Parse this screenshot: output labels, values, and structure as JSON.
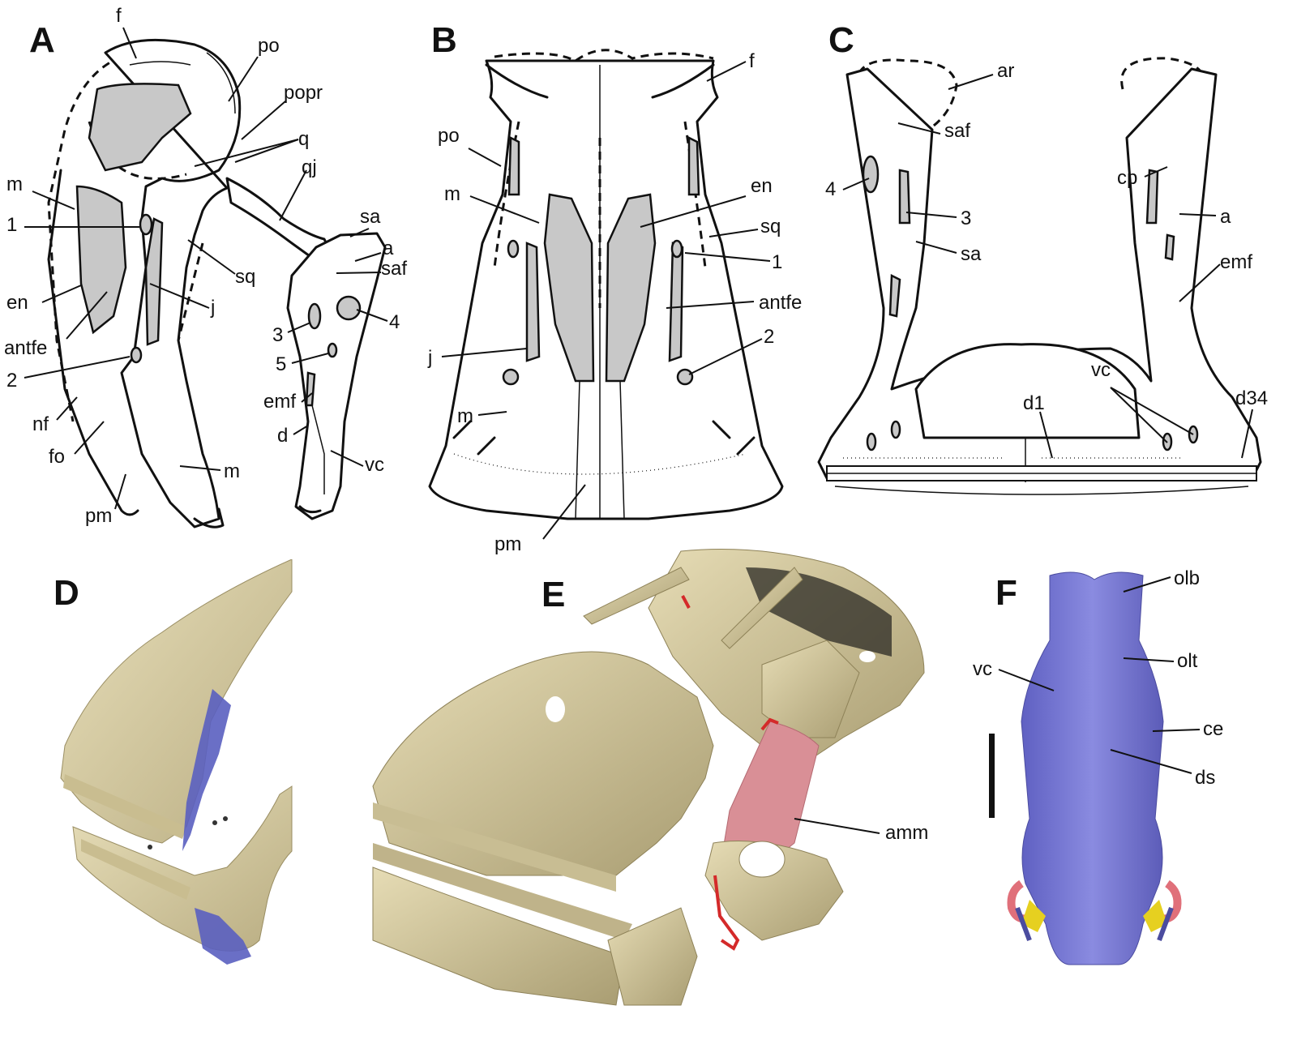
{
  "panels": {
    "A": {
      "letter": "A",
      "labels": [
        "f",
        "po",
        "popr",
        "q",
        "qj",
        "m",
        "1",
        "sq",
        "j",
        "en",
        "antfe",
        "2",
        "nf",
        "fo",
        "pm",
        "m",
        "sa",
        "a",
        "saf",
        "3",
        "4",
        "5",
        "emf",
        "d",
        "vc"
      ]
    },
    "B": {
      "letter": "B",
      "labels": [
        "f",
        "po",
        "m",
        "en",
        "sq",
        "1",
        "antfe",
        "j",
        "2",
        "m",
        "pm"
      ]
    },
    "C": {
      "letter": "C",
      "labels": [
        "ar",
        "saf",
        "4",
        "cp",
        "3",
        "a",
        "sa",
        "emf",
        "vc",
        "d1",
        "d34"
      ]
    },
    "D": {
      "letter": "D"
    },
    "E": {
      "letter": "E",
      "labels": [
        "amm"
      ]
    },
    "F": {
      "letter": "F",
      "labels": [
        "olb",
        "olt",
        "vc",
        "ce",
        "ds"
      ]
    }
  },
  "colors": {
    "fossil_bone": "#d9cfa6",
    "fossil_shadow": "#a89c70",
    "muscle_blue": "#5a5fc0",
    "muscle_pink": "#d98f96",
    "cut_red": "#d42a2a",
    "endocast_purple": "#7878d0",
    "vessel_pink": "#e0707a",
    "nerve_yellow": "#e6d020",
    "fenestra_gray": "#c8c8c8"
  }
}
